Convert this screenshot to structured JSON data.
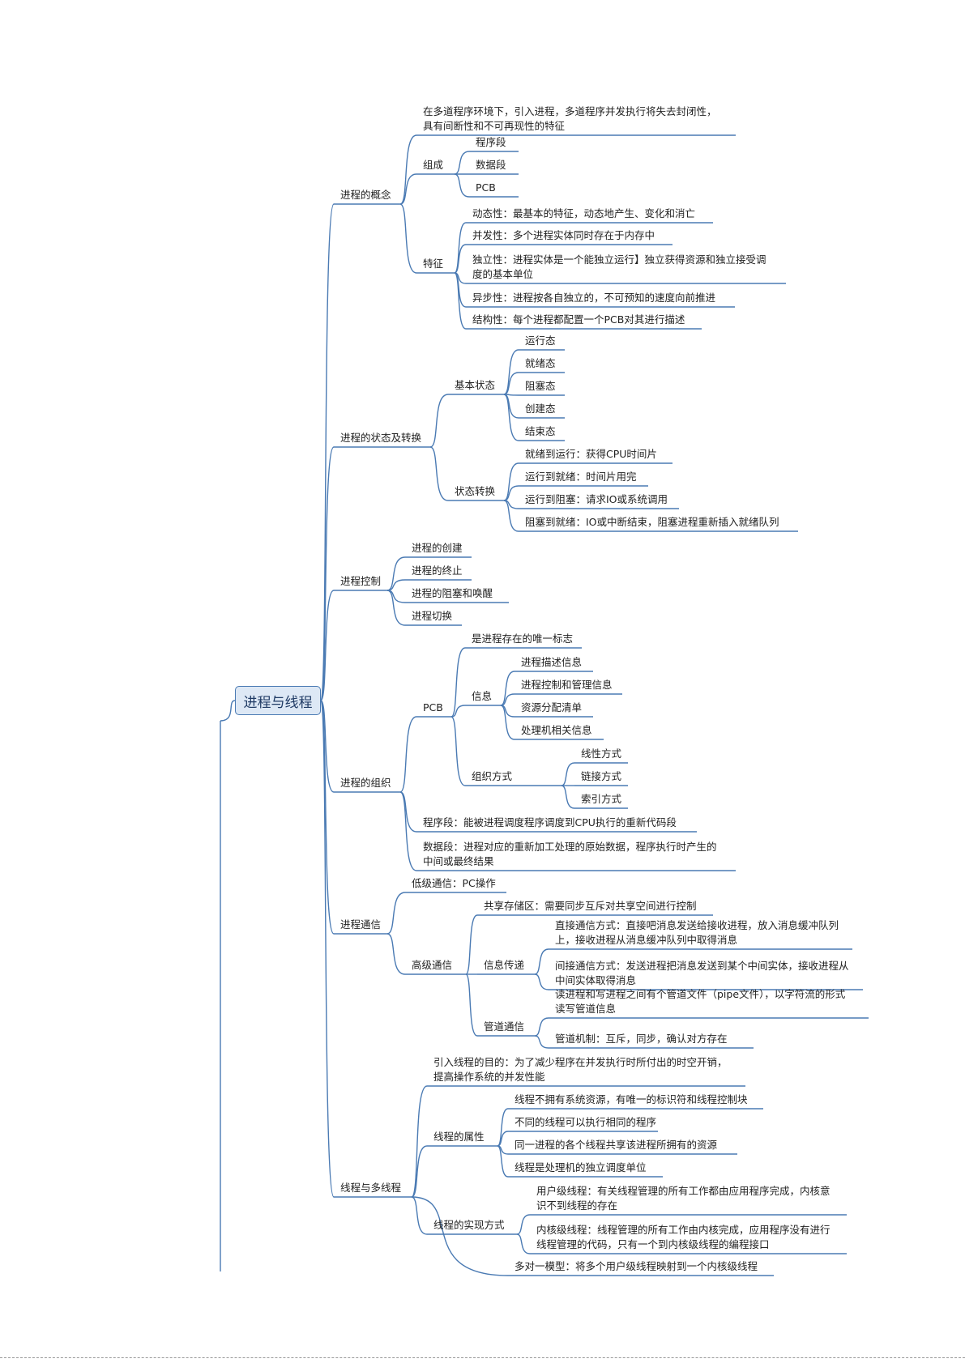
{
  "root": {
    "label": "进程与线程"
  },
  "branches": [
    {
      "label": "进程的概念",
      "children": [
        {
          "text": "在多道程序环境下，引入进程，多道程序并发执行将失去封闭性，\n具有间断性和不可再现性的特征"
        },
        {
          "text": "组成",
          "children": [
            {
              "text": "程序段"
            },
            {
              "text": "数据段"
            },
            {
              "text": "PCB"
            }
          ]
        },
        {
          "text": "特征",
          "children": [
            {
              "text": "动态性：最基本的特征，动态地产生、变化和消亡"
            },
            {
              "text": "并发性：多个进程实体同时存在于内存中"
            },
            {
              "text": "独立性：进程实体是一个能独立运行】独立获得资源和独立接受调\n度的基本单位"
            },
            {
              "text": "异步性：进程按各自独立的，不可预知的速度向前推进"
            },
            {
              "text": "结构性：每个进程都配置一个PCB对其进行描述"
            }
          ]
        }
      ]
    },
    {
      "label": "进程的状态及转换",
      "children": [
        {
          "text": "基本状态",
          "children": [
            {
              "text": "运行态"
            },
            {
              "text": "就绪态"
            },
            {
              "text": "阻塞态"
            },
            {
              "text": "创建态"
            },
            {
              "text": "结束态"
            }
          ]
        },
        {
          "text": "状态转换",
          "children": [
            {
              "text": "就绪到运行：获得CPU时间片"
            },
            {
              "text": "运行到就绪：时间片用完"
            },
            {
              "text": "运行到阻塞：请求IO或系统调用"
            },
            {
              "text": "阻塞到就绪：IO或中断结束，阻塞进程重新插入就绪队列"
            }
          ]
        }
      ]
    },
    {
      "label": "进程控制",
      "children": [
        {
          "text": "进程的创建"
        },
        {
          "text": "进程的终止"
        },
        {
          "text": "进程的阻塞和唤醒"
        },
        {
          "text": "进程切换"
        }
      ]
    },
    {
      "label": "进程的组织",
      "children": [
        {
          "text": "PCB",
          "children": [
            {
              "text": "是进程存在的唯一标志"
            },
            {
              "text": "信息",
              "children": [
                {
                  "text": "进程描述信息"
                },
                {
                  "text": "进程控制和管理信息"
                },
                {
                  "text": "资源分配清单"
                },
                {
                  "text": "处理机相关信息"
                }
              ]
            },
            {
              "text": "组织方式",
              "children": [
                {
                  "text": "线性方式"
                },
                {
                  "text": "链接方式"
                },
                {
                  "text": "索引方式"
                }
              ]
            }
          ]
        },
        {
          "text": "程序段：能被进程调度程序调度到CPU执行的重新代码段"
        },
        {
          "text": "数据段：进程对应的重新加工处理的原始数据，程序执行时产生的\n中间或最终结果"
        }
      ]
    },
    {
      "label": "进程通信",
      "children": [
        {
          "text": "低级通信：PC操作"
        },
        {
          "text": "高级通信",
          "children": [
            {
              "text": "共享存储区：需要同步互斥对共享空间进行控制"
            },
            {
              "text": "信息传递",
              "children": [
                {
                  "text": "直接通信方式：直接吧消息发送给接收进程，放入消息缓冲队列\n上，接收进程从消息缓冲队列中取得消息"
                },
                {
                  "text": "间接通信方式：发送进程把消息发送到某个中间实体，接收进程从\n中间实体取得消息"
                }
              ]
            },
            {
              "text": "管道通信",
              "children": [
                {
                  "text": "读进程和写进程之间有个管道文件（pipe文件），以字符流的形式\n读写管道信息"
                },
                {
                  "text": "管道机制：互斥，同步，确认对方存在"
                }
              ]
            }
          ]
        }
      ]
    },
    {
      "label": "线程与多线程",
      "children": [
        {
          "text": "引入线程的目的：为了减少程序在并发执行时所付出的时空开销，\n提高操作系统的并发性能"
        },
        {
          "text": "线程的属性",
          "children": [
            {
              "text": "线程不拥有系统资源，有唯一的标识符和线程控制块"
            },
            {
              "text": "不同的线程可以执行相同的程序"
            },
            {
              "text": "同一进程的各个线程共享该进程所拥有的资源"
            },
            {
              "text": "线程是处理机的独立调度单位"
            }
          ]
        },
        {
          "text": "线程的实现方式",
          "children": [
            {
              "text": "用户级线程：有关线程管理的所有工作都由应用程序完成，内核意\n识不到线程的存在"
            },
            {
              "text": "内核级线程：线程管理的所有工作由内核完成，应用程序没有进行\n线程管理的代码，只有一个到内核级线程的编程接口"
            }
          ]
        },
        {
          "text": "多对一模型：将多个用户级线程映射到一个内核级线程"
        }
      ]
    }
  ],
  "colors": {
    "line": "#4a7ab3",
    "text": "#222222",
    "root_border": "#4a7ab3",
    "root_fill": "#dde8f5"
  }
}
